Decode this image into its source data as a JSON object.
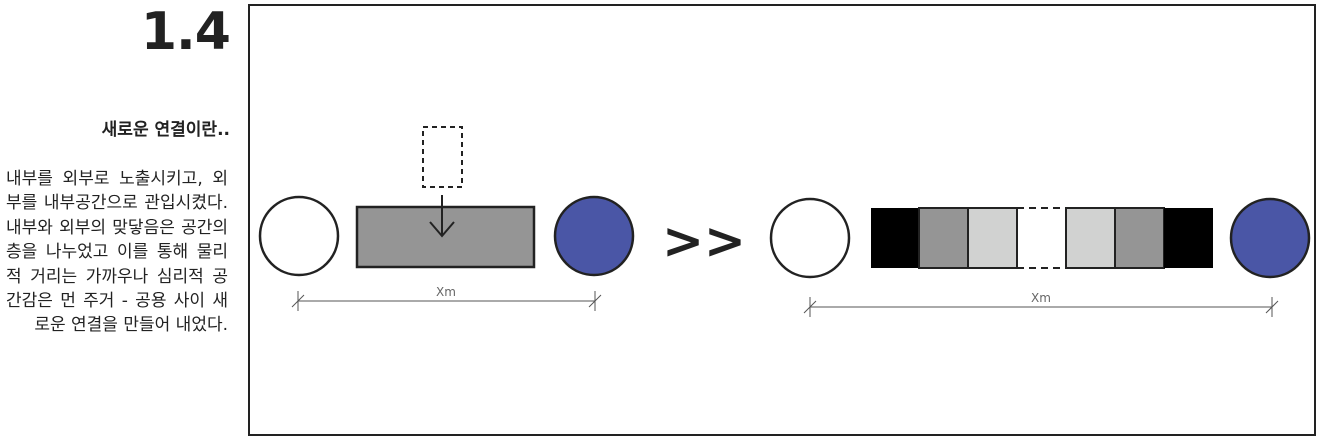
{
  "section": {
    "number": "1.4"
  },
  "text": {
    "heading": "새로운 연결이란..",
    "body": "내부를 외부로 노출시키고, 외부를 내부공간으로 관입시켰다. 내부와 외부의 맞닿음은 공간의 층을 나누었고 이를 통해 물리적 거리는 가까우나 심리적 공간감은 먼 주거 - 공용 사이 새로운 연결을 만들어 내었다."
  },
  "diagram": {
    "left_dimension_label": "Xm",
    "right_dimension_label": "Xm",
    "transition_symbol": ">>",
    "colors": {
      "circle_blue": "#4a56a6",
      "block_gray": "#959595",
      "block_light": "#d1d2d1",
      "block_black": "#000000",
      "line": "#222222"
    }
  }
}
